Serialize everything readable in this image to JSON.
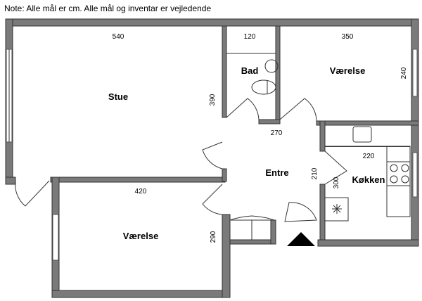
{
  "note": "Note: Alle mål er cm. Alle mål og inventar er vejledende",
  "rooms": {
    "stue": {
      "label": "Stue",
      "width": "540",
      "depth": "390"
    },
    "bad": {
      "label": "Bad",
      "width": "120"
    },
    "vaerelse1": {
      "label": "Værelse",
      "width": "350",
      "depth": "240"
    },
    "entre": {
      "label": "Entre",
      "width": "270",
      "depth": "210"
    },
    "koekken": {
      "label": "Køkken",
      "width": "220",
      "depth": "300"
    },
    "vaerelse2": {
      "label": "Værelse",
      "width": "420",
      "depth": "290"
    }
  }
}
